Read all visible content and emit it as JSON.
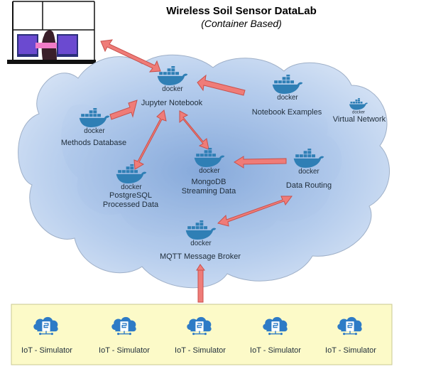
{
  "title": "Wireless Soil Sensor DataLab",
  "subtitle": "(Container Based)",
  "docker_word": "docker",
  "colors": {
    "cloud_fill": "#c4d6ee",
    "cloud_inner": "#a9c2e6",
    "cloud_stroke": "#9fb0c8",
    "docker_blue": "#2f7fb5",
    "arrow_fill": "#ef7c78",
    "arrow_stroke": "#c9504c",
    "iot_panel": "#fcfac8",
    "iot_cloud": "#2e7bc6"
  },
  "nodes": {
    "jupyter": "Jupyter Notebook",
    "examples": "Notebook Examples",
    "virtual_network": "Virtual Network",
    "methods": "Methods Database",
    "mongodb_line1": "MongoDB",
    "mongodb_line2": "Streaming Data",
    "postgres_line1": "PostgreSQL",
    "postgres_line2": "Processed Data",
    "routing": "Data Routing",
    "mqtt": "MQTT Message Broker"
  },
  "iot_simulators": [
    "IoT - Simulator",
    "IoT - Simulator",
    "IoT - Simulator",
    "IoT - Simulator",
    "IoT - Simulator"
  ]
}
